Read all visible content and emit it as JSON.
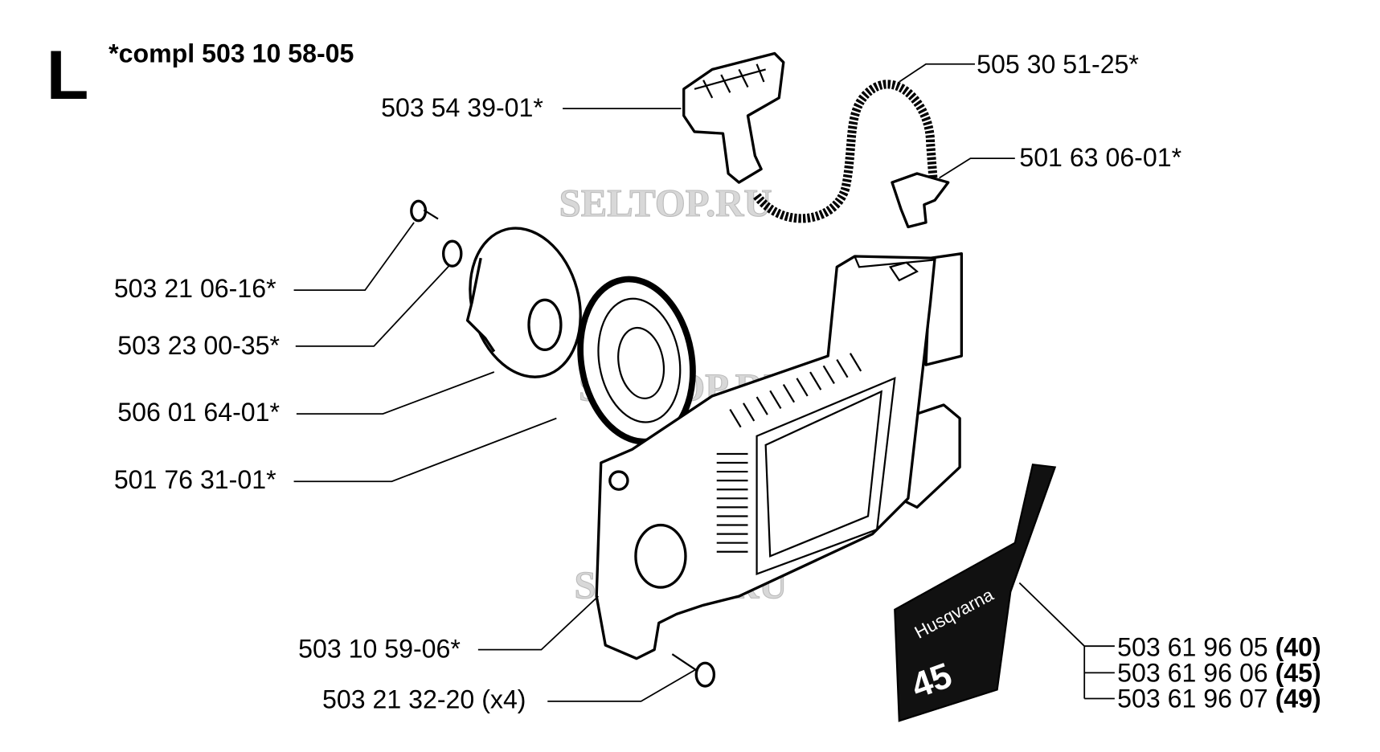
{
  "section_letter": "L",
  "assembly_label": "*compl 503 10 58-05",
  "watermark": "SELTOP.RU",
  "parts": {
    "handle": "503 54 39-01*",
    "rope": "505 30 51-25*",
    "rope_grip": "501 63 06-01*",
    "screw": "503 21 06-16*",
    "washer": "503 23 00-35*",
    "pulley": "506 01 64-01*",
    "spring": "501 76 31-01*",
    "housing": "503 10 59-06*",
    "housing_screws": "503 21 32-20 (x4)"
  },
  "decal": {
    "brand": "Husqvarna",
    "model": "45",
    "variants": [
      {
        "part": "503 61 96 05",
        "model": "(40)"
      },
      {
        "part": "503 61 96 06",
        "model": "(45)"
      },
      {
        "part": "503 61 96 07",
        "model": "(49)"
      }
    ]
  }
}
